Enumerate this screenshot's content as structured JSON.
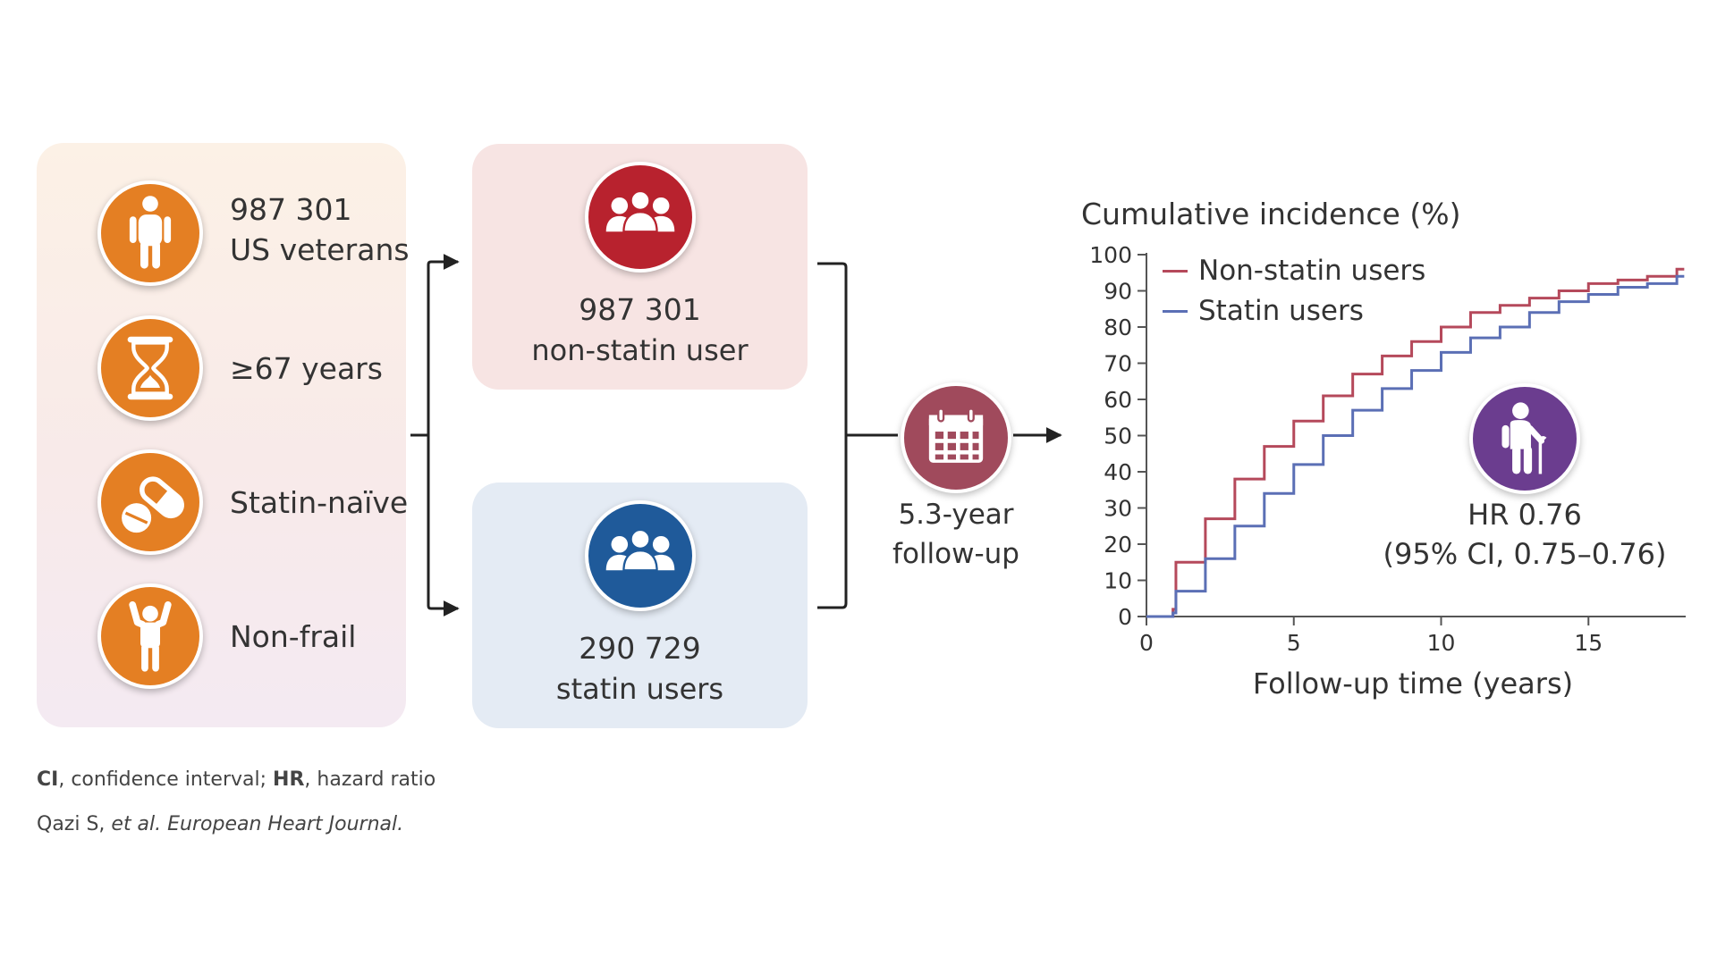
{
  "criteria": [
    {
      "icon": "person-icon",
      "lines": [
        "987 301",
        "US veterans"
      ]
    },
    {
      "icon": "hourglass-icon",
      "lines": [
        "≥67 years"
      ]
    },
    {
      "icon": "pill-icon",
      "lines": [
        "Statin-naïve"
      ]
    },
    {
      "icon": "active-person-icon",
      "lines": [
        "Non-frail"
      ]
    }
  ],
  "groups": {
    "nonstatin": {
      "count": "987 301",
      "label": "non-statin user",
      "icon": "group-icon",
      "color": "#b8222e"
    },
    "statin": {
      "count": "290 729",
      "label": "statin users",
      "icon": "group-icon",
      "color": "#1f5a9a"
    }
  },
  "followup": {
    "lines": [
      "5.3-year",
      "follow-up"
    ],
    "icon": "calendar-icon",
    "color": "#a04a5c"
  },
  "hazard": {
    "lines": [
      "HR 0.76",
      "(95% CI, 0.75–0.76)"
    ],
    "icon": "elderly-person-icon",
    "color": "#6b3d8f"
  },
  "footnotes": {
    "abbrev": [
      {
        "abbr": "CI",
        "text": ", confidence interval; "
      },
      {
        "abbr": "HR",
        "text": ", hazard ratio"
      }
    ],
    "citation": {
      "authors": "Qazi S, ",
      "etal": "et al.",
      "journal": "European Heart Journal."
    }
  },
  "chart_data": {
    "type": "line",
    "step": true,
    "title": "Cumulative incidence (%)",
    "xlabel": "Follow-up time (years)",
    "ylabel": "Cumulative incidence (%)",
    "xlim": [
      0,
      18.3
    ],
    "ylim": [
      0,
      100
    ],
    "xticks": [
      0,
      5,
      10,
      15
    ],
    "yticks": [
      0,
      10,
      20,
      30,
      40,
      50,
      60,
      70,
      80,
      90,
      100
    ],
    "legend_position": "top-left",
    "grid": false,
    "series": [
      {
        "name": "Non-statin users",
        "color": "#b5495b",
        "x": [
          0,
          0.9,
          1,
          2,
          3,
          4,
          5,
          6,
          7,
          8,
          9,
          10,
          11,
          12,
          13,
          14,
          15,
          16,
          17,
          18
        ],
        "y": [
          0,
          2,
          15,
          27,
          38,
          47,
          54,
          61,
          67,
          72,
          76,
          80,
          84,
          86,
          88,
          90,
          92,
          93,
          94,
          96
        ]
      },
      {
        "name": "Statin users",
        "color": "#5b6fb5",
        "x": [
          0,
          0.9,
          1,
          2,
          3,
          4,
          5,
          6,
          7,
          8,
          9,
          10,
          11,
          12,
          13,
          14,
          15,
          16,
          17,
          18
        ],
        "y": [
          0,
          1,
          7,
          16,
          25,
          34,
          42,
          50,
          57,
          63,
          68,
          73,
          77,
          80,
          84,
          87,
          89,
          91,
          92,
          94
        ]
      }
    ]
  }
}
